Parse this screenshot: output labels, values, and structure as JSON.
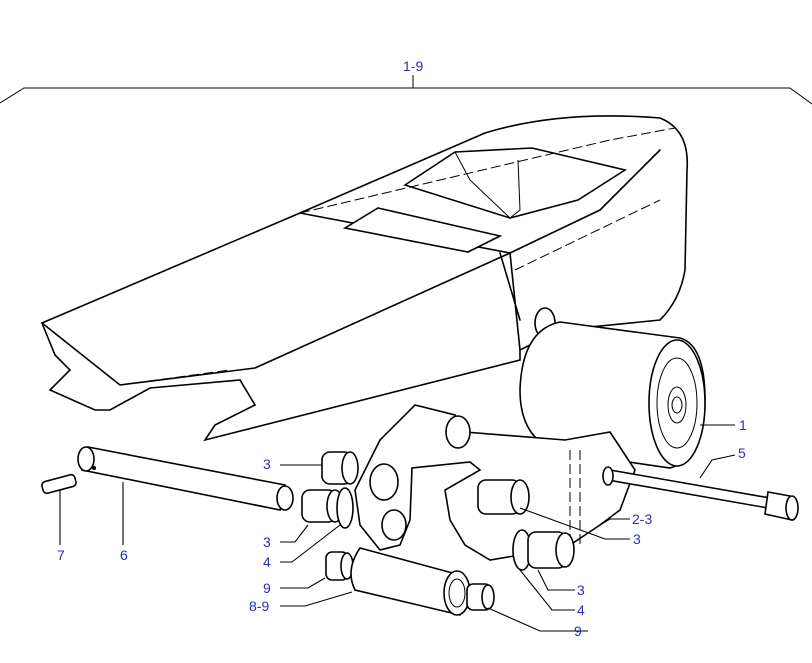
{
  "label_color": "#2b2bc0",
  "callouts": {
    "assembly": "1-9",
    "frame": "1",
    "bolt": "5",
    "bracket": "2-3",
    "bush_upper_left": "3",
    "bush_mid_left": "3",
    "washer_left": "4",
    "bush_small_left": "9",
    "sleeve": "8-9",
    "bush_small_right": "9",
    "bush_upper_right": "3",
    "bush_lower_right": "3",
    "washer_right": "4",
    "pin": "7",
    "shaft": "6"
  }
}
